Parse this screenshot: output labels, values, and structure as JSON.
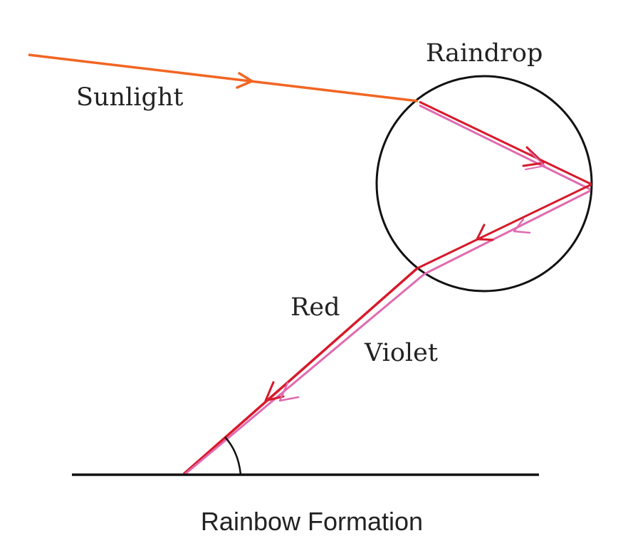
{
  "diagram": {
    "labels": {
      "raindrop": "Raindrop",
      "sunlight": "Sunlight",
      "red": "Red",
      "violet": "Violet"
    },
    "caption": "Rainbow Formation",
    "colors": {
      "sunlight": "#f26522",
      "red": "#d7192a",
      "violet": "#e06ab0",
      "outline": "#111111",
      "text": "#222222"
    }
  }
}
